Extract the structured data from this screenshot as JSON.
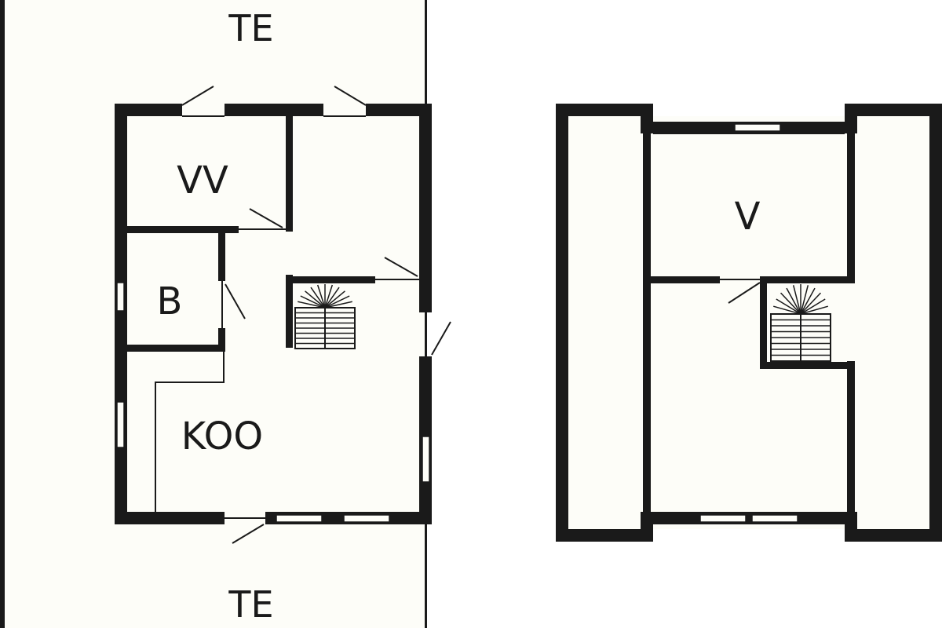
{
  "plan": {
    "labels": {
      "terrace_top": "TE",
      "terrace_bottom": "TE",
      "room_vv": "VV",
      "room_b": "B",
      "room_koo": "KOO",
      "room_v": "V"
    },
    "colors": {
      "wall": "#1a1a1a",
      "floor": "#fdfdf8",
      "background": "#ffffff"
    }
  }
}
